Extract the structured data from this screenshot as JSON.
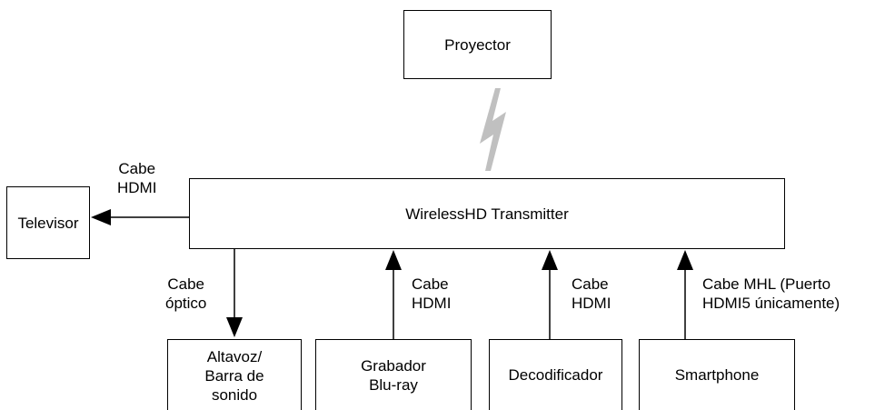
{
  "nodes": {
    "projector": "Proyector",
    "transmitter": "WirelessHD Transmitter",
    "tv": "Televisor",
    "speaker": "Altavoz/\nBarra de\nsonido",
    "bluray": "Grabador\nBlu-ray",
    "decoder": "Decodificador",
    "smartphone": "Smartphone"
  },
  "labels": {
    "tv_cable": "Cabe\nHDMI",
    "speaker_cable": "Cabe\nóptico",
    "bluray_cable": "Cabe\nHDMI",
    "decoder_cable": "Cabe\nHDMI",
    "smartphone_cable": "Cabe MHL (Puerto\nHDMI5 únicamente)"
  }
}
